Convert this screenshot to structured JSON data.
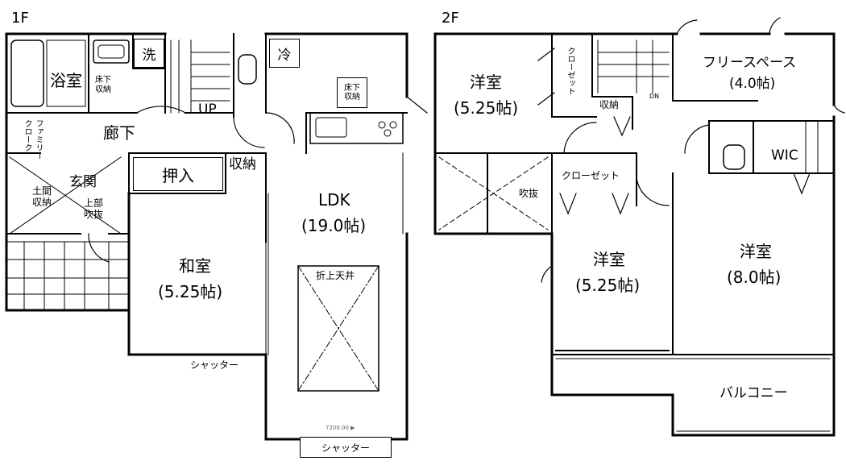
{
  "floors": {
    "first": {
      "label": "1F",
      "rooms": {
        "bath": "浴室",
        "wash": "洗",
        "underfloor1": [
          "床下",
          "収納"
        ],
        "hall": "廊下",
        "family_cloak": [
          "ファミリー",
          "クローク"
        ],
        "earth_storage": [
          "土間",
          "収納"
        ],
        "entrance": "玄関",
        "upper_void": [
          "上部",
          "吹抜"
        ],
        "up": "UP",
        "oshiire": "押入",
        "storage": "収納",
        "fridge": "冷",
        "underfloor2": [
          "床下",
          "収納"
        ],
        "ldk": "LDK",
        "ldk_size": "(19.0帖)",
        "washitsu": "和室",
        "washitsu_size": "(5.25帖)",
        "ceiling": "折上天井",
        "shutter1": "シャッター",
        "shutter2": "シャッター",
        "dimension": "7200.00 ▶"
      }
    },
    "second": {
      "label": "2F",
      "rooms": {
        "western1": "洋室",
        "western1_size": "(5.25帖)",
        "closet1": "クローゼット",
        "storage": "収納",
        "dn": "DN",
        "free_space": "フリースペース",
        "free_space_size": "(4.0帖)",
        "wic": "WIC",
        "void": "吹抜",
        "closet2": "クローゼット",
        "western2": "洋室",
        "western2_size": "(5.25帖)",
        "western3": "洋室",
        "western3_size": "(8.0帖)",
        "balcony": "バルコニー"
      }
    }
  }
}
